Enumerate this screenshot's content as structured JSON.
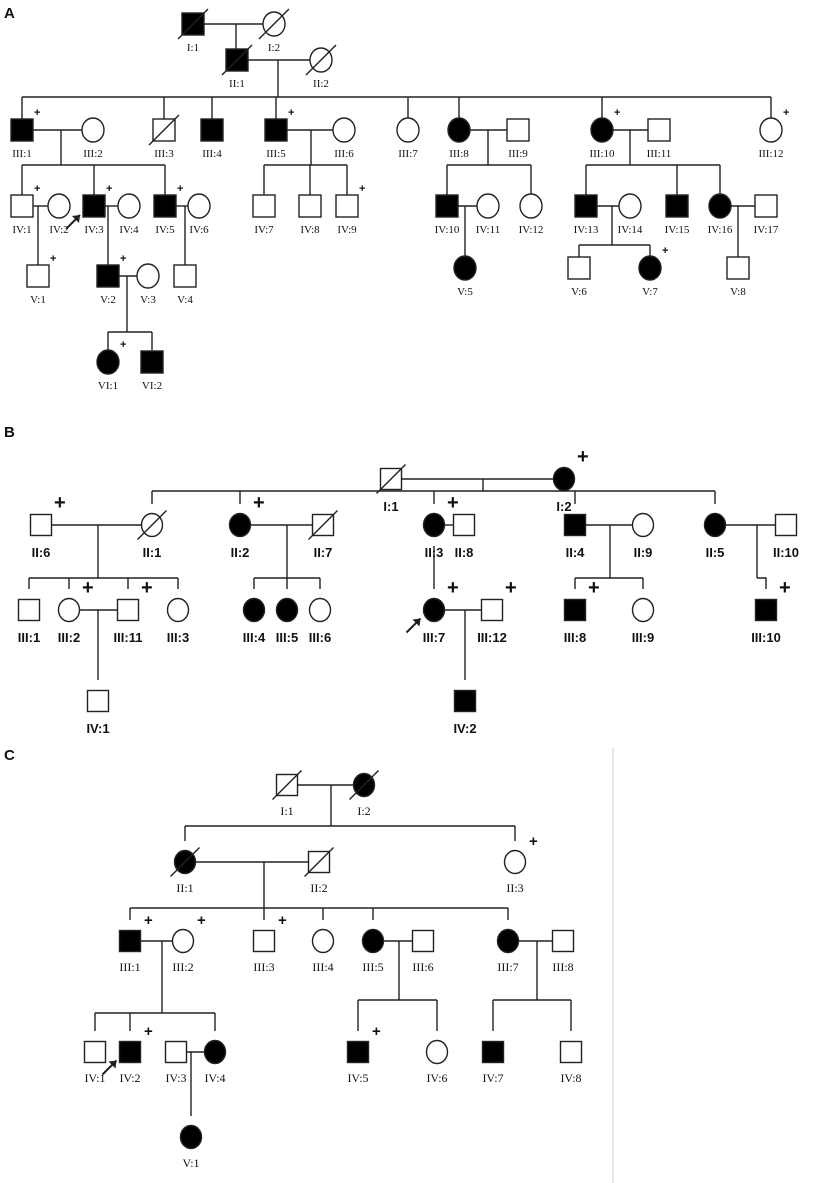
{
  "panels": [
    {
      "letter": "A",
      "members": [
        {
          "id": "I:1",
          "sex": "male",
          "affected": true,
          "deceased": true,
          "plus": false
        },
        {
          "id": "I:2",
          "sex": "female",
          "affected": false,
          "deceased": true,
          "plus": false
        },
        {
          "id": "II:1",
          "sex": "male",
          "affected": true,
          "deceased": true,
          "plus": false
        },
        {
          "id": "II:2",
          "sex": "female",
          "affected": false,
          "deceased": true,
          "plus": false
        },
        {
          "id": "III:1",
          "sex": "male",
          "affected": true,
          "deceased": false,
          "plus": true
        },
        {
          "id": "III:2",
          "sex": "female",
          "affected": false,
          "deceased": false,
          "plus": false
        },
        {
          "id": "III:3",
          "sex": "male",
          "affected": false,
          "deceased": true,
          "plus": false
        },
        {
          "id": "III:4",
          "sex": "male",
          "affected": true,
          "deceased": false,
          "plus": false
        },
        {
          "id": "III:5",
          "sex": "male",
          "affected": true,
          "deceased": false,
          "plus": true
        },
        {
          "id": "III:6",
          "sex": "female",
          "affected": false,
          "deceased": false,
          "plus": false
        },
        {
          "id": "III:7",
          "sex": "female",
          "affected": false,
          "deceased": false,
          "plus": false
        },
        {
          "id": "III:8",
          "sex": "female",
          "affected": true,
          "deceased": false,
          "plus": false
        },
        {
          "id": "III:9",
          "sex": "male",
          "affected": false,
          "deceased": false,
          "plus": false
        },
        {
          "id": "III:10",
          "sex": "female",
          "affected": true,
          "deceased": false,
          "plus": true
        },
        {
          "id": "III:11",
          "sex": "male",
          "affected": false,
          "deceased": false,
          "plus": false
        },
        {
          "id": "III:12",
          "sex": "female",
          "affected": false,
          "deceased": false,
          "plus": true
        },
        {
          "id": "IV:1",
          "sex": "male",
          "affected": false,
          "deceased": false,
          "plus": true
        },
        {
          "id": "IV:2",
          "sex": "female",
          "affected": false,
          "deceased": false,
          "plus": false
        },
        {
          "id": "IV:3",
          "sex": "male",
          "affected": true,
          "deceased": false,
          "plus": true,
          "proband": true
        },
        {
          "id": "IV:4",
          "sex": "female",
          "affected": false,
          "deceased": false,
          "plus": false
        },
        {
          "id": "IV:5",
          "sex": "male",
          "affected": true,
          "deceased": false,
          "plus": true
        },
        {
          "id": "IV:6",
          "sex": "female",
          "affected": false,
          "deceased": false,
          "plus": false
        },
        {
          "id": "IV:7",
          "sex": "male",
          "affected": false,
          "deceased": false,
          "plus": false
        },
        {
          "id": "IV:8",
          "sex": "male",
          "affected": false,
          "deceased": false,
          "plus": false
        },
        {
          "id": "IV:9",
          "sex": "male",
          "affected": false,
          "deceased": false,
          "plus": true
        },
        {
          "id": "IV:10",
          "sex": "male",
          "affected": true,
          "deceased": false,
          "plus": false
        },
        {
          "id": "IV:11",
          "sex": "female",
          "affected": false,
          "deceased": false,
          "plus": false
        },
        {
          "id": "IV:12",
          "sex": "female",
          "affected": false,
          "deceased": false,
          "plus": false
        },
        {
          "id": "IV:13",
          "sex": "male",
          "affected": true,
          "deceased": false,
          "plus": false
        },
        {
          "id": "IV:14",
          "sex": "female",
          "affected": false,
          "deceased": false,
          "plus": false
        },
        {
          "id": "IV:15",
          "sex": "male",
          "affected": true,
          "deceased": false,
          "plus": false
        },
        {
          "id": "IV:16",
          "sex": "female",
          "affected": true,
          "deceased": false,
          "plus": false
        },
        {
          "id": "IV:17",
          "sex": "male",
          "affected": false,
          "deceased": false,
          "plus": false
        },
        {
          "id": "V:1",
          "sex": "male",
          "affected": false,
          "deceased": false,
          "plus": true
        },
        {
          "id": "V:2",
          "sex": "male",
          "affected": true,
          "deceased": false,
          "plus": true
        },
        {
          "id": "V:3",
          "sex": "female",
          "affected": false,
          "deceased": false,
          "plus": false
        },
        {
          "id": "V:4",
          "sex": "male",
          "affected": false,
          "deceased": false,
          "plus": false
        },
        {
          "id": "V:5",
          "sex": "female",
          "affected": true,
          "deceased": false,
          "plus": false
        },
        {
          "id": "V:6",
          "sex": "male",
          "affected": false,
          "deceased": false,
          "plus": false
        },
        {
          "id": "V:7",
          "sex": "female",
          "affected": true,
          "deceased": false,
          "plus": true
        },
        {
          "id": "V:8",
          "sex": "male",
          "affected": false,
          "deceased": false,
          "plus": false
        },
        {
          "id": "VI:1",
          "sex": "female",
          "affected": true,
          "deceased": false,
          "plus": true
        },
        {
          "id": "VI:2",
          "sex": "male",
          "affected": true,
          "deceased": false,
          "plus": false
        }
      ]
    },
    {
      "letter": "B",
      "members": [
        {
          "id": "I:1",
          "sex": "male",
          "affected": false,
          "deceased": true,
          "plus": false
        },
        {
          "id": "I:2",
          "sex": "female",
          "affected": true,
          "deceased": false,
          "plus": true
        },
        {
          "id": "II:6",
          "sex": "male",
          "affected": false,
          "deceased": false,
          "plus": true
        },
        {
          "id": "II:1",
          "sex": "female",
          "affected": false,
          "deceased": true,
          "plus": false
        },
        {
          "id": "II:2",
          "sex": "female",
          "affected": true,
          "deceased": false,
          "plus": true
        },
        {
          "id": "II:7",
          "sex": "male",
          "affected": false,
          "deceased": true,
          "plus": false
        },
        {
          "id": "II:3",
          "sex": "female",
          "affected": true,
          "deceased": false,
          "plus": true
        },
        {
          "id": "II:8",
          "sex": "male",
          "affected": false,
          "deceased": false,
          "plus": false
        },
        {
          "id": "II:4",
          "sex": "male",
          "affected": true,
          "deceased": false,
          "plus": false
        },
        {
          "id": "II:9",
          "sex": "female",
          "affected": false,
          "deceased": false,
          "plus": false
        },
        {
          "id": "II:5",
          "sex": "female",
          "affected": true,
          "deceased": false,
          "plus": false
        },
        {
          "id": "II:10",
          "sex": "male",
          "affected": false,
          "deceased": false,
          "plus": false
        },
        {
          "id": "III:1",
          "sex": "male",
          "affected": false,
          "deceased": false,
          "plus": false
        },
        {
          "id": "III:2",
          "sex": "female",
          "affected": false,
          "deceased": false,
          "plus": true
        },
        {
          "id": "III:11",
          "sex": "male",
          "affected": false,
          "deceased": false,
          "plus": true
        },
        {
          "id": "III:3",
          "sex": "female",
          "affected": false,
          "deceased": false,
          "plus": false
        },
        {
          "id": "III:4",
          "sex": "female",
          "affected": true,
          "deceased": false,
          "plus": false
        },
        {
          "id": "III:5",
          "sex": "female",
          "affected": true,
          "deceased": false,
          "plus": false
        },
        {
          "id": "III:6",
          "sex": "female",
          "affected": false,
          "deceased": false,
          "plus": false
        },
        {
          "id": "III:7",
          "sex": "female",
          "affected": true,
          "deceased": false,
          "plus": true,
          "proband": true
        },
        {
          "id": "III:12",
          "sex": "male",
          "affected": false,
          "deceased": false,
          "plus": true
        },
        {
          "id": "III:8",
          "sex": "male",
          "affected": true,
          "deceased": false,
          "plus": true
        },
        {
          "id": "III:9",
          "sex": "female",
          "affected": false,
          "deceased": false,
          "plus": false
        },
        {
          "id": "III:10",
          "sex": "male",
          "affected": true,
          "deceased": false,
          "plus": true
        },
        {
          "id": "IV:1",
          "sex": "male",
          "affected": false,
          "deceased": false,
          "plus": false
        },
        {
          "id": "IV:2",
          "sex": "male",
          "affected": true,
          "deceased": false,
          "plus": false
        }
      ]
    },
    {
      "letter": "C",
      "members": [
        {
          "id": "I:1",
          "sex": "male",
          "affected": false,
          "deceased": true,
          "plus": false
        },
        {
          "id": "I:2",
          "sex": "female",
          "affected": true,
          "deceased": true,
          "plus": false
        },
        {
          "id": "II:1",
          "sex": "female",
          "affected": true,
          "deceased": true,
          "plus": false
        },
        {
          "id": "II:2",
          "sex": "male",
          "affected": false,
          "deceased": true,
          "plus": false
        },
        {
          "id": "II:3",
          "sex": "female",
          "affected": false,
          "deceased": false,
          "plus": true
        },
        {
          "id": "III:1",
          "sex": "male",
          "affected": true,
          "deceased": false,
          "plus": true
        },
        {
          "id": "III:2",
          "sex": "female",
          "affected": false,
          "deceased": false,
          "plus": true
        },
        {
          "id": "III:3",
          "sex": "male",
          "affected": false,
          "deceased": false,
          "plus": true
        },
        {
          "id": "III:4",
          "sex": "female",
          "affected": false,
          "deceased": false,
          "plus": false
        },
        {
          "id": "III:5",
          "sex": "female",
          "affected": true,
          "deceased": false,
          "plus": false
        },
        {
          "id": "III:6",
          "sex": "male",
          "affected": false,
          "deceased": false,
          "plus": false
        },
        {
          "id": "III:7",
          "sex": "female",
          "affected": true,
          "deceased": false,
          "plus": false
        },
        {
          "id": "III:8",
          "sex": "male",
          "affected": false,
          "deceased": false,
          "plus": false
        },
        {
          "id": "IV:1",
          "sex": "male",
          "affected": false,
          "deceased": false,
          "plus": false
        },
        {
          "id": "IV:2",
          "sex": "male",
          "affected": true,
          "deceased": false,
          "plus": true,
          "proband": true
        },
        {
          "id": "IV:3",
          "sex": "male",
          "affected": false,
          "deceased": false,
          "plus": false
        },
        {
          "id": "IV:4",
          "sex": "female",
          "affected": true,
          "deceased": false,
          "plus": false
        },
        {
          "id": "IV:5",
          "sex": "male",
          "affected": true,
          "deceased": false,
          "plus": true
        },
        {
          "id": "IV:6",
          "sex": "female",
          "affected": false,
          "deceased": false,
          "plus": false
        },
        {
          "id": "IV:7",
          "sex": "male",
          "affected": true,
          "deceased": false,
          "plus": false
        },
        {
          "id": "IV:8",
          "sex": "male",
          "affected": false,
          "deceased": false,
          "plus": false
        },
        {
          "id": "V:1",
          "sex": "female",
          "affected": true,
          "deceased": false,
          "plus": false
        }
      ]
    }
  ],
  "plus_symbol": "+",
  "colors": {
    "affected": "#000000",
    "unaffected": "#ffffff",
    "line": "#222222"
  }
}
